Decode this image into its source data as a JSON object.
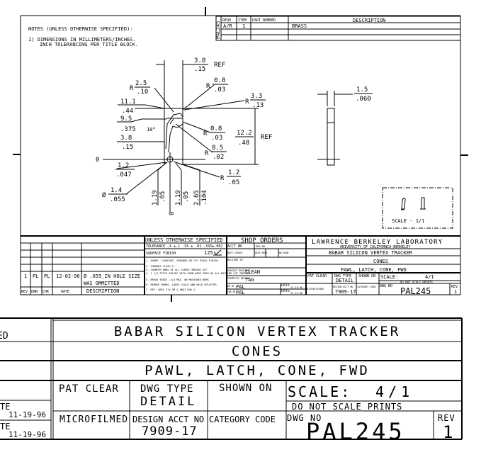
{
  "notes": {
    "heading": "NOTES (UNLESS OTHERWISE SPECIFIED):",
    "line1": "1) DIMENSIONS IN MILLIMETERS/INCHES.",
    "line2": "INCH TOLERANCING PER TITLE BLOCK."
  },
  "parts_list": {
    "side_label": "PAL245",
    "headers": [
      "REQD",
      "ITEM",
      "PART NUMBER",
      "DESCRIPTION"
    ],
    "rows": [
      {
        "reqd": "A/R",
        "item": "1",
        "part_number": "",
        "description": "BRASS"
      }
    ]
  },
  "dimensions": {
    "top_width": {
      "mm": "3.8",
      "in": ".15",
      "suffix": "REF"
    },
    "r_2_5": {
      "prefix": "R",
      "mm": "2.5",
      "in": ".10"
    },
    "r_0_8_top": {
      "prefix": "R",
      "mm": "0.8",
      "in": ".03"
    },
    "r_3_3": {
      "prefix": "R",
      "mm": "3.3",
      "in": ".13"
    },
    "h_11_1": {
      "mm": "11.1",
      "in": ".44"
    },
    "h_9_5": {
      "mm": "9.5",
      "in": ".375"
    },
    "angle": "10°",
    "h_3_8": {
      "mm": "3.8",
      "in": ".15"
    },
    "origin_label": "0",
    "h_1_2": {
      "mm": "1.2",
      "in": ".047"
    },
    "dia": {
      "prefix": "Ø",
      "mm": "1.4",
      "in": ".055"
    },
    "r_0_8_mid": {
      "prefix": "R",
      "mm": "0.8",
      "in": ".03"
    },
    "r_0_5": {
      "prefix": "R",
      "mm": "0.5",
      "in": ".02"
    },
    "r_1_2": {
      "prefix": "R",
      "mm": "1.2",
      "in": ".05"
    },
    "height": {
      "mm": "12.2",
      "in": ".48",
      "suffix": "REF"
    },
    "v_1_19_a": {
      "mm": "1.19",
      "in": ".05"
    },
    "v_1_19_b": {
      "mm": "1.19",
      "in": ".05"
    },
    "v_2_65": {
      "mm": "2.65",
      "in": ".104"
    },
    "origin_label_bottom": "0",
    "thickness": {
      "mm": "1.5",
      "in": ".060"
    }
  },
  "scale_box": {
    "label": "SCALE - 1/1"
  },
  "revisions": {
    "rows": [
      {
        "rev": "1",
        "dwn": "PL",
        "chk": "PL",
        "date": "12-02-96",
        "description_1": "Ø .055_IN HOLE SIZE",
        "description_2": "WAS OMMITTED"
      }
    ],
    "headers": [
      "REV",
      "DWN",
      "CHK",
      "DATE",
      "DESCRIPTION"
    ]
  },
  "title_block": {
    "unless": "UNLESS OTHERWISE SPECIFIED",
    "tolerance": "TOLERANCE .X ±.1 .XX ± .01 .XXX±.002",
    "surface_finish_label": "SURFACE FINISH",
    "surface_finish_value": "125",
    "spec_notes": [
      "1. SHARP, FLAKEOUT, SHEARED OR CUT STOCK FINISH.",
      "2. THREADS CLASS 2.",
      "3. CHAMFER ENDS OF ALL SCREW THREADS 30°.",
      "4. 1 1/2 PITCH RELIEF WITH FORM WIRE THRU OR ALL MACHINE CUT THREADS.",
      "5. BREAK EDGES .X/4 MAX. ON MACHINED WORK.",
      "6. REMOVE BURRS, LOOSE SCALE AND WELD SPLATTER.",
      "7. REF: ANSI Y14.5M & ANSI B46.1."
    ],
    "shop_orders": "SHOP ORDERS",
    "acct_no": "ACCT NO",
    "ser_no": "SER NO",
    "date_issued": "DATE ISSUED",
    "date_reqd": "DATE REQD",
    "no_reqd": "NO REQD",
    "deliver_to": "DELIVER TO",
    "surface_treatment_label": "SURFACE TREATMENT",
    "surface_treatment": "CLEAN",
    "identific_label": "IDENTIFIC METHOD",
    "identific": "TAG",
    "dr_by_label": "DR BY",
    "dr_by": "PAL",
    "dr_date_label": "DATE",
    "dr_date": "11-19-96",
    "chk_by_label": "CHK BY",
    "chk_by": "PAL",
    "chk_date_label": "DATE",
    "chk_date": "11-19-96",
    "lab": "LAWRENCE BERKELEY LABORATORY",
    "university": "UNIVERSITY OF CALIFORNIA-BERKELEY",
    "project": "BABAR SILICON VERTEX TRACKER",
    "assembly": "CONES",
    "title": "PAWL, LATCH, CONE, FWD",
    "pat_clear": "PAT CLEAR",
    "dwg_type_label": "DWG TYPE",
    "dwg_type": "DETAIL",
    "shown_on": "SHOWN ON",
    "scale_label": "SCALE:",
    "scale": "4/1",
    "do_not_scale": "DO NOT SCALE PRINTS",
    "microfilmed": "MICROFILMED",
    "design_acct_label": "DESIGN ACCT NO",
    "design_acct": "7909-17",
    "category_code": "CATEGORY CODE",
    "dwg_no_label": "DWG NO",
    "dwg_no": "PAL245",
    "rev_label": "REV",
    "rev": "1"
  },
  "zoomed_block": {
    "left_partial_1": "ED",
    "left_date_label_1": "TE",
    "left_date_1": "11-19-96",
    "left_date_label_2": "TE",
    "left_date_2": "11-19-96"
  }
}
